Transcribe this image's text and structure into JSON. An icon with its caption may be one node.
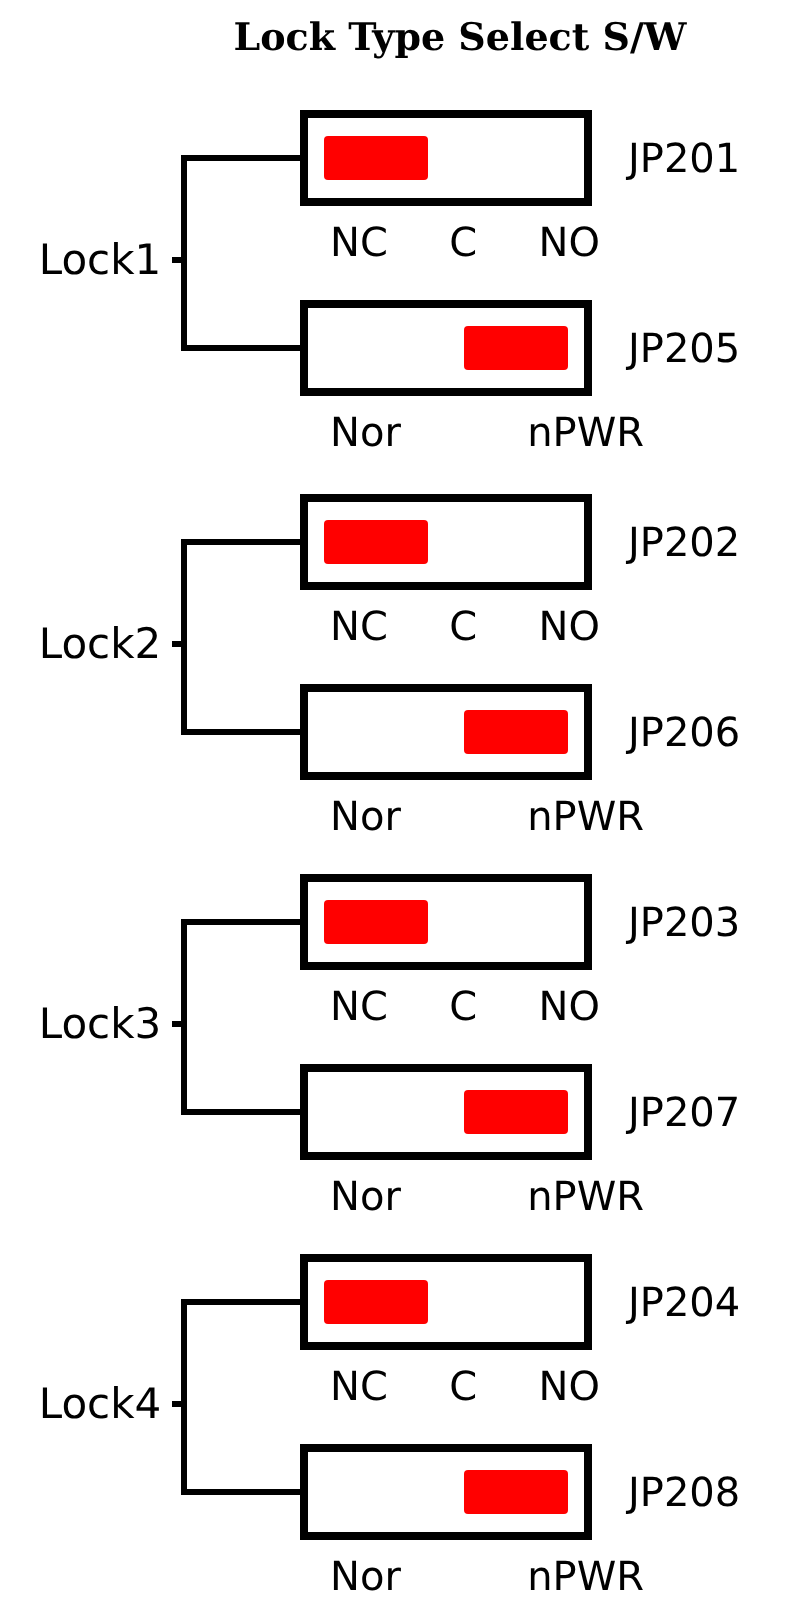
{
  "diagram": {
    "title": "Lock Type Select S/W",
    "nodes": [
      {
        "text": [
          "Lock1"
        ]
      },
      {
        "text": [],
        "shape": "box",
        "beside": [
          "JP201",
          "NC",
          "C",
          "NO"
        ]
      },
      {
        "text": [],
        "shape": "bar",
        "in": 1
      },
      {
        "text": [],
        "shape": "box",
        "beside": [
          "JP205",
          "Nor",
          "nPWR"
        ]
      },
      {
        "text": [],
        "shape": "bar",
        "in": 3
      },
      {
        "text": [
          "Lock2"
        ]
      },
      {
        "text": [],
        "shape": "box",
        "beside": [
          "JP202",
          "NC",
          "C",
          "NO"
        ]
      },
      {
        "text": [],
        "shape": "bar",
        "in": 6
      },
      {
        "text": [],
        "shape": "box",
        "beside": [
          "JP206",
          "Nor",
          "nPWR"
        ]
      },
      {
        "text": [],
        "shape": "bar",
        "in": 8
      },
      {
        "text": [
          "Lock3"
        ]
      },
      {
        "text": [],
        "shape": "box",
        "beside": [
          "JP203",
          "NC",
          "C",
          "NO"
        ]
      },
      {
        "text": [],
        "shape": "bar",
        "in": 11
      },
      {
        "text": [],
        "shape": "box",
        "beside": [
          "JP207",
          "Nor",
          "nPWR"
        ]
      },
      {
        "text": [],
        "shape": "bar",
        "in": 13
      },
      {
        "text": [
          "Lock4"
        ]
      },
      {
        "text": [],
        "shape": "box",
        "beside": [
          "JP204",
          "NC",
          "C",
          "NO"
        ]
      },
      {
        "text": [],
        "shape": "bar",
        "in": 16
      },
      {
        "text": [],
        "shape": "box",
        "beside": [
          "JP208",
          "Nor",
          "nPWR"
        ]
      },
      {
        "text": [],
        "shape": "bar",
        "in": 18
      }
    ],
    "edges": [
      {
        "from": 0,
        "to": 1,
        "arrow": "none"
      },
      {
        "from": 0,
        "to": 3,
        "arrow": "none"
      },
      {
        "from": 5,
        "to": 6,
        "arrow": "none"
      },
      {
        "from": 5,
        "to": 8,
        "arrow": "none"
      },
      {
        "from": 10,
        "to": 11,
        "arrow": "none"
      },
      {
        "from": 10,
        "to": 13,
        "arrow": "none"
      },
      {
        "from": 15,
        "to": 16,
        "arrow": "none"
      },
      {
        "from": 15,
        "to": 18,
        "arrow": "none"
      }
    ]
  }
}
